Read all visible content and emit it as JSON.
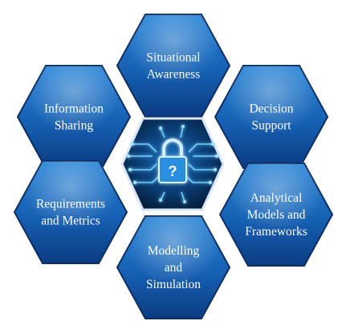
{
  "diagram": {
    "center": {
      "icon": "padlock-question-icon",
      "symbol": "?"
    },
    "hexagons": [
      {
        "id": "situational-awareness",
        "lines": [
          "Situational",
          "Awareness"
        ]
      },
      {
        "id": "information-sharing",
        "lines": [
          "Information",
          "Sharing"
        ]
      },
      {
        "id": "decision-support",
        "lines": [
          "Decision",
          "Support"
        ]
      },
      {
        "id": "requirements-metrics",
        "lines": [
          "Requirements",
          "and Metrics"
        ]
      },
      {
        "id": "analytical-models",
        "lines": [
          "Analytical",
          "Models and",
          "Frameworks"
        ]
      },
      {
        "id": "modelling-simulation",
        "lines": [
          "Modelling",
          "and",
          "Simulation"
        ]
      }
    ],
    "colors": {
      "hex_fill_top": "#1f6fc0",
      "hex_fill_bottom": "#0a3a7e",
      "hex_border": "#0e2e63",
      "center_bg": "#06233f",
      "circuit": "#5fc8ff"
    }
  }
}
